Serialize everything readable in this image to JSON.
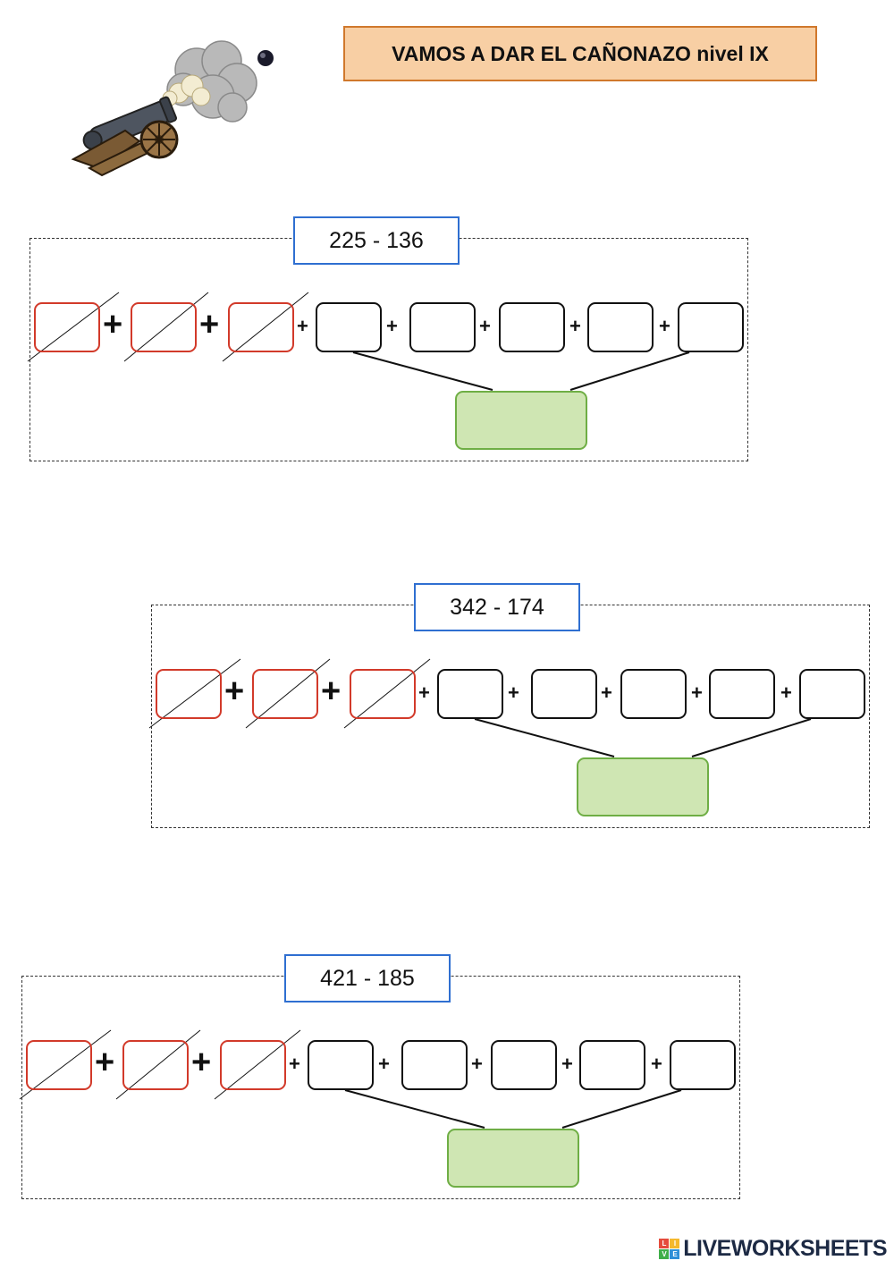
{
  "header": {
    "title": "VAMOS A DAR EL CAÑONAZO nivel IX"
  },
  "illustration": {
    "icon": "cannon-icon"
  },
  "exercises": [
    {
      "operation": "225 - 136"
    },
    {
      "operation": "342 - 174"
    },
    {
      "operation": "421 - 185"
    }
  ],
  "symbols": {
    "plus": "+"
  },
  "colors": {
    "title_fill": "#f8cfa4",
    "title_border": "#d0782c",
    "operation_border": "#2f6fd1",
    "crossed_border": "#d23a2a",
    "result_fill": "#cfe6b3",
    "result_border": "#6fae45"
  },
  "footer": {
    "brand": "LIVEWORKSHEETS",
    "logo_letters": [
      "L",
      "I",
      "V",
      "E"
    ]
  }
}
